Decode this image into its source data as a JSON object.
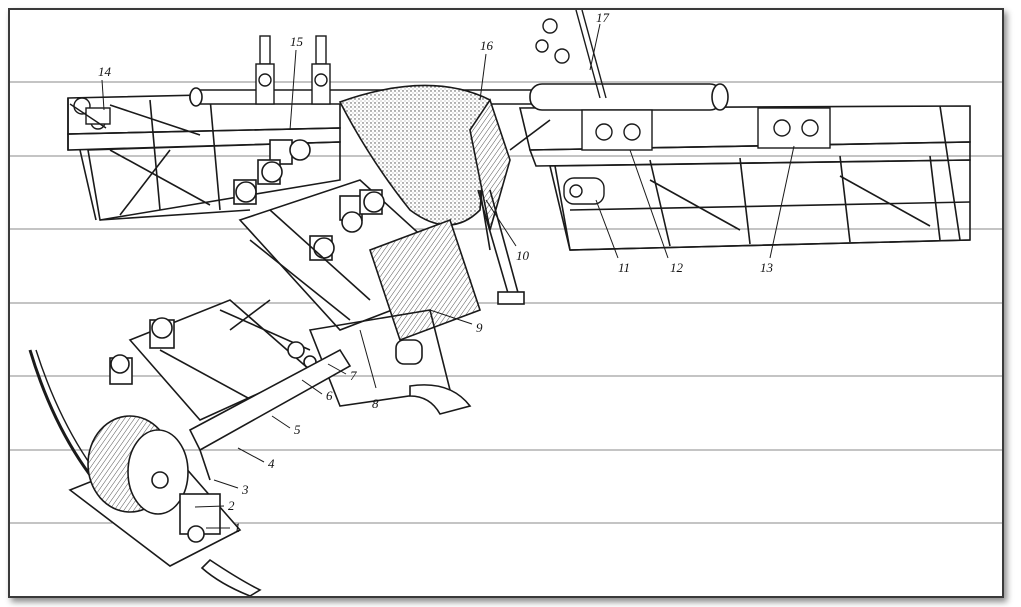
{
  "figure": {
    "type": "technical-illustration",
    "subject": "machine-assembly",
    "colors": {
      "ink": "#1a1a1a",
      "background": "#ffffff",
      "rule_lines": "#8a8a8a",
      "shade": "#bdbdbd"
    }
  },
  "callouts": [
    {
      "id": "1",
      "label": "1"
    },
    {
      "id": "2",
      "label": "2"
    },
    {
      "id": "3",
      "label": "3"
    },
    {
      "id": "4",
      "label": "4"
    },
    {
      "id": "5",
      "label": "5"
    },
    {
      "id": "6",
      "label": "6"
    },
    {
      "id": "7",
      "label": "7"
    },
    {
      "id": "8",
      "label": "8"
    },
    {
      "id": "9",
      "label": "9"
    },
    {
      "id": "10",
      "label": "10"
    },
    {
      "id": "11",
      "label": "11"
    },
    {
      "id": "12",
      "label": "12"
    },
    {
      "id": "13",
      "label": "13"
    },
    {
      "id": "14",
      "label": "14"
    },
    {
      "id": "15",
      "label": "15"
    },
    {
      "id": "16",
      "label": "16"
    },
    {
      "id": "17",
      "label": "17"
    }
  ]
}
